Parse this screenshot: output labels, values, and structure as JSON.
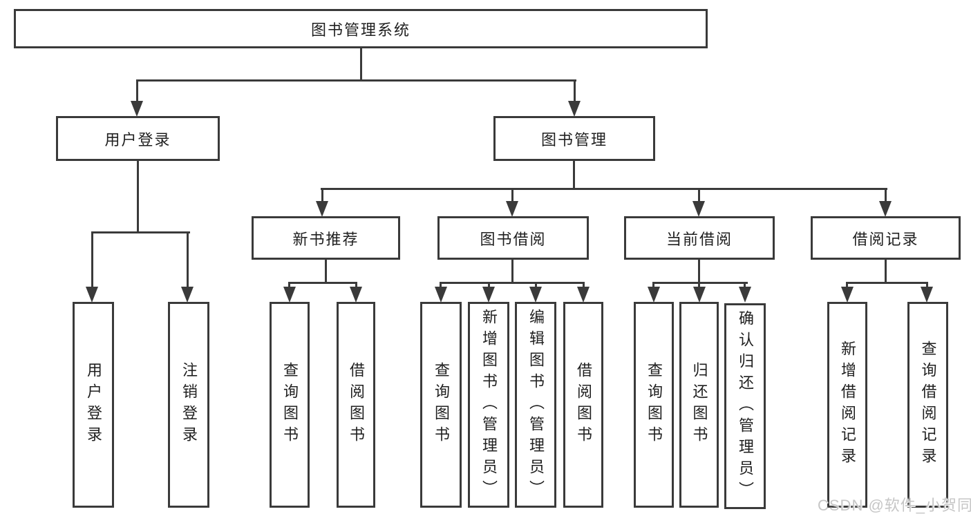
{
  "colors": {
    "line": "#3a3a3a",
    "text": "#1f1f1f",
    "background": "#ffffff",
    "watermark": "#c6c6c6"
  },
  "tree": {
    "label": "图书管理系统",
    "children": [
      {
        "label": "用户登录",
        "children": [
          {
            "label": "用户登录"
          },
          {
            "label": "注销登录"
          }
        ]
      },
      {
        "label": "图书管理",
        "children": [
          {
            "label": "新书推荐",
            "children": [
              {
                "label": "查询图书"
              },
              {
                "label": "借阅图书"
              }
            ]
          },
          {
            "label": "图书借阅",
            "children": [
              {
                "label": "查询图书"
              },
              {
                "label": "新增图书（管理员）"
              },
              {
                "label": "编辑图书（管理员）"
              },
              {
                "label": "借阅图书"
              }
            ]
          },
          {
            "label": "当前借阅",
            "children": [
              {
                "label": "查询图书"
              },
              {
                "label": "归还图书"
              },
              {
                "label": "确认归还（管理员）"
              }
            ]
          },
          {
            "label": "借阅记录",
            "children": [
              {
                "label": "新增借阅记录"
              },
              {
                "label": "查询借阅记录"
              }
            ]
          }
        ]
      }
    ]
  },
  "watermark": {
    "text": "CSDN @软件_小贺同学"
  }
}
